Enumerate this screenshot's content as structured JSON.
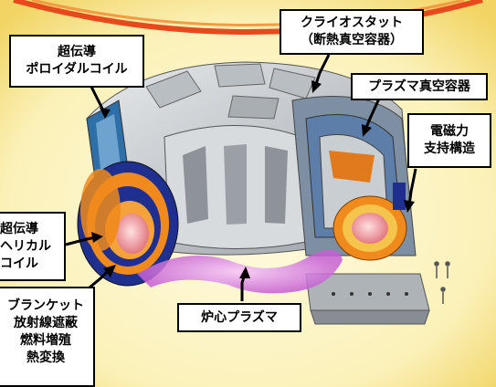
{
  "colors": {
    "background_center": "#fbf7d2",
    "background_edge": "#f3d96a",
    "accent_ring": "#e8491c",
    "vessel_gray": "#c9cdd1",
    "coil_blue": "#1f2f8f",
    "blanket_orange": "#f08a1c",
    "plasma_pink": "#e89af2"
  },
  "labels": {
    "poloidal_coil": [
      "超伝導",
      "ポロイダルコイル"
    ],
    "cryostat": [
      "クライオスタット",
      "（断熱真空容器）"
    ],
    "plasma_vessel": [
      "プラズマ真空容器"
    ],
    "support_structure": [
      "電磁力",
      "支持構造"
    ],
    "helical_coil": [
      "超伝導",
      "ヘリカル",
      "コイル"
    ],
    "blanket": [
      "ブランケット",
      "放射線遮蔽",
      "燃料増殖",
      "熱変換"
    ],
    "core_plasma": [
      "炉心プラズマ"
    ]
  }
}
